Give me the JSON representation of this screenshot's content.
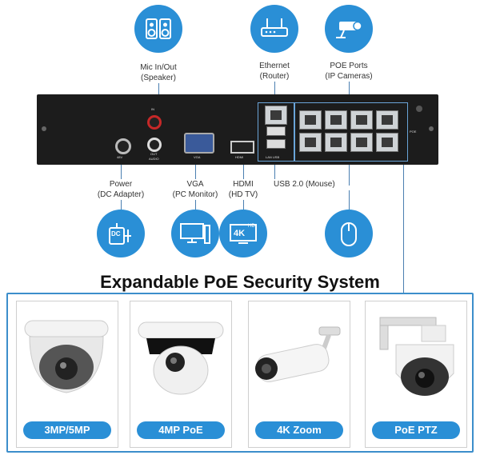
{
  "labels": {
    "mic": [
      "Mic In/Out",
      "(Speaker)"
    ],
    "ethernet": [
      "Ethernet",
      "(Router)"
    ],
    "poe_ports": [
      "POE Ports",
      "(IP Cameras)"
    ],
    "power": [
      "Power",
      "(DC Adapter)"
    ],
    "vga": [
      "VGA",
      "(PC Monitor)"
    ],
    "hdmi": [
      "HDMI",
      "(HD TV)"
    ],
    "usb": "USB 2.0 (Mouse)"
  },
  "panel_text": {
    "audio_in": "IN",
    "audio_out": "OUT",
    "audio": "AUDIO",
    "vga": "VGA",
    "hdmi": "HDMI",
    "power_v": "48V",
    "lan_usb": "LAN  USB",
    "poe": "POE"
  },
  "icons": {
    "dc_text": "DC",
    "4k_text": "4K",
    "hd_text": "HD"
  },
  "title": "Expandable PoE Security System",
  "cameras": [
    {
      "label": "3MP/5MP",
      "icon": "dome-camera"
    },
    {
      "label": "4MP PoE",
      "icon": "mini-ptz-camera"
    },
    {
      "label": "4K Zoom",
      "icon": "bullet-camera"
    },
    {
      "label": "PoE PTZ",
      "icon": "ptz-camera"
    }
  ],
  "colors": {
    "accent": "#2a8fd6",
    "frame": "#3c8ecb",
    "device": "#1c1c1c"
  }
}
